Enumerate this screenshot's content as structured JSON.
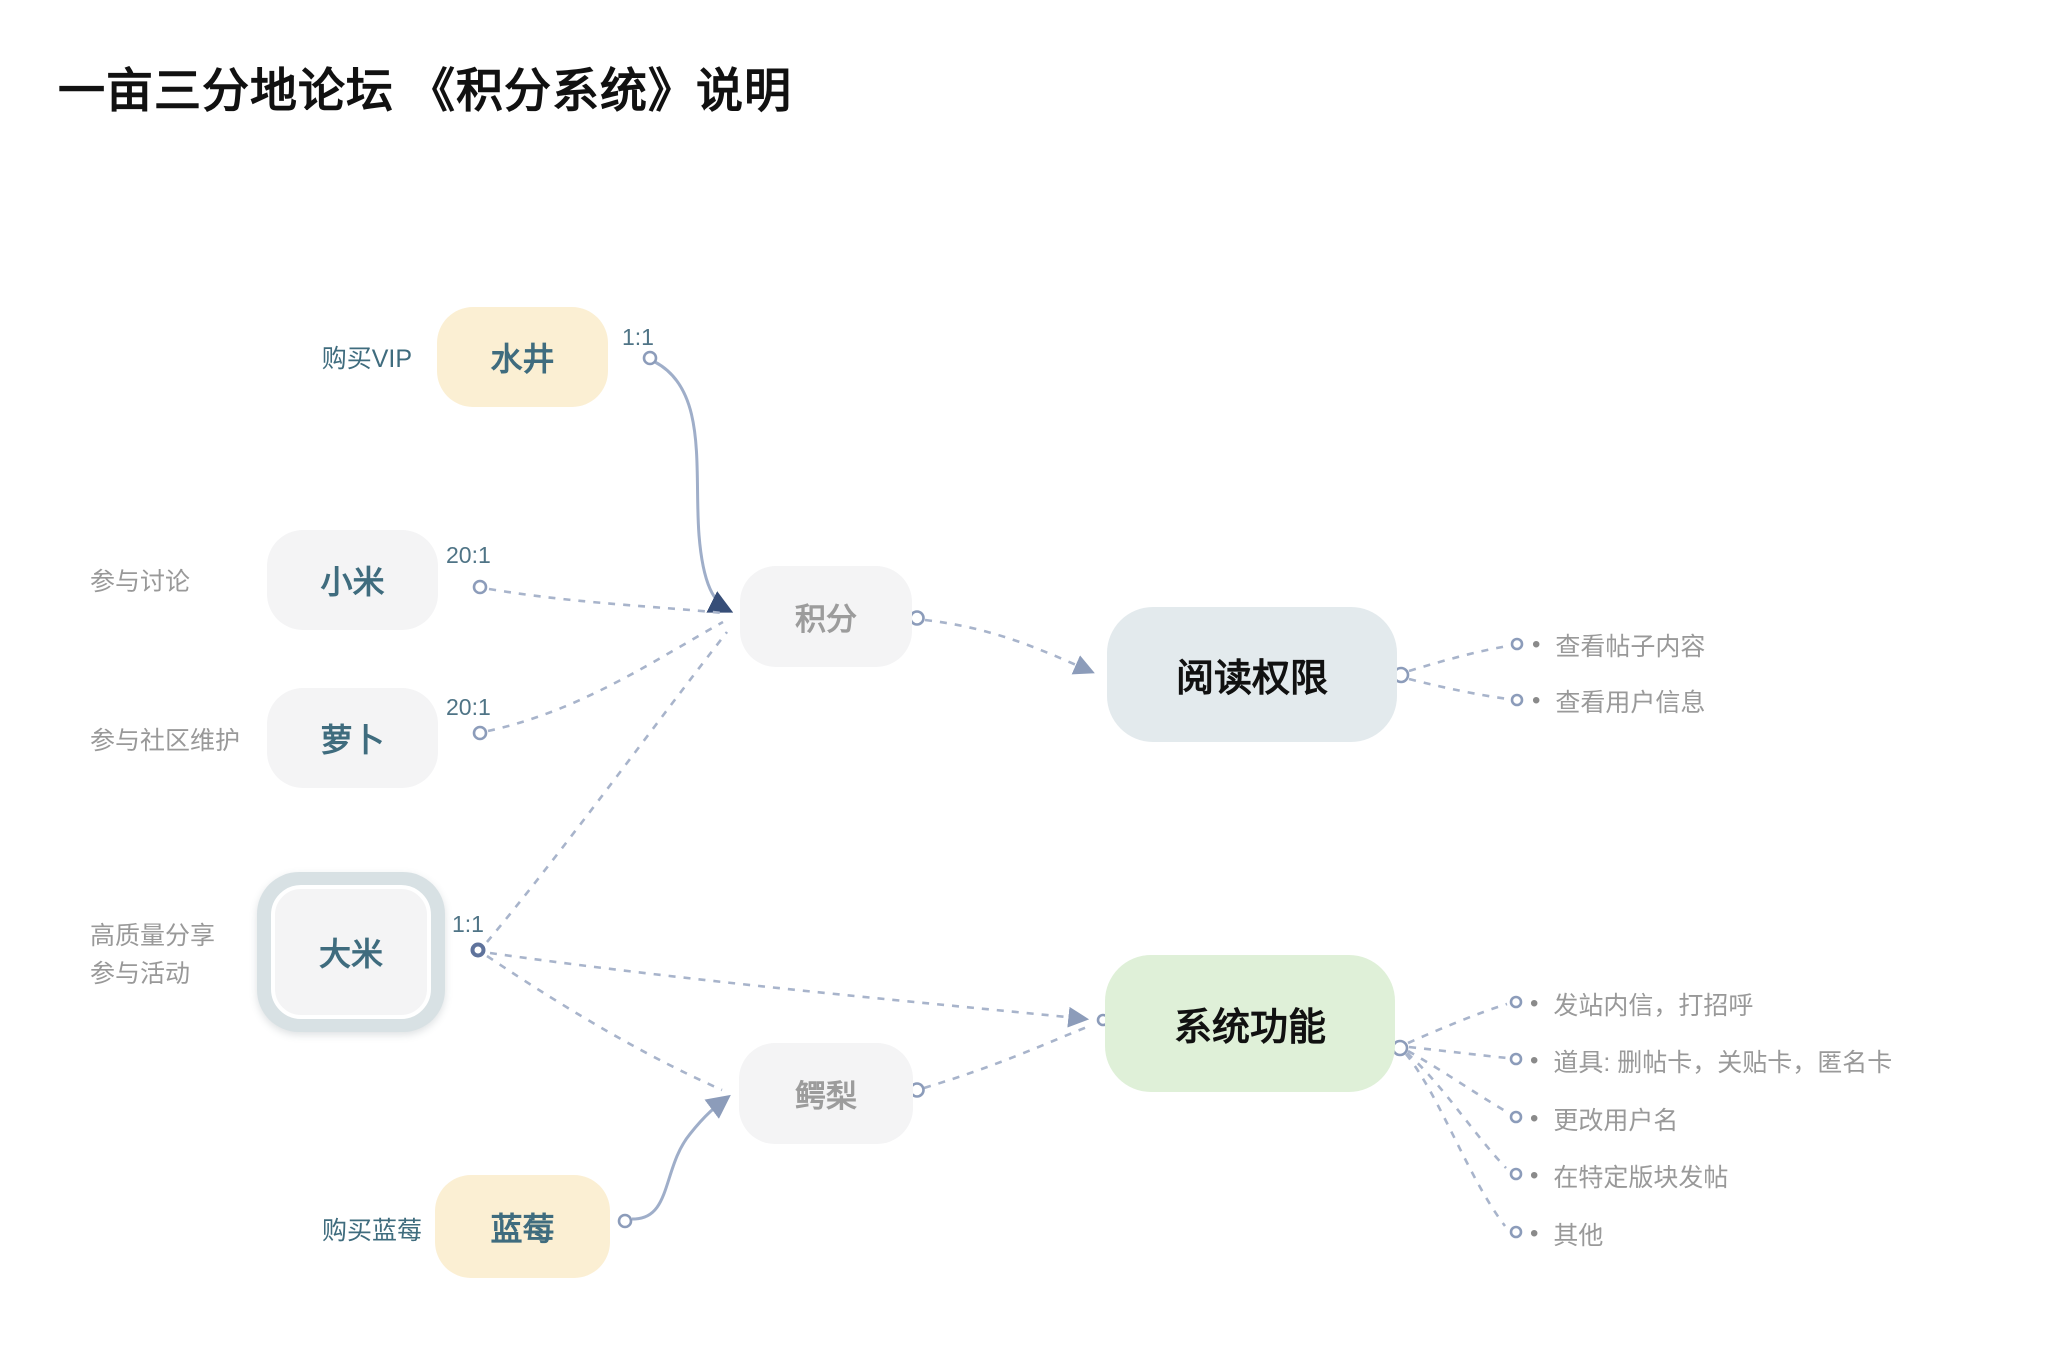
{
  "title": "一亩三分地论坛 《积分系统》说明",
  "glyphs": {
    "bullet": "•"
  },
  "nodes": {
    "water_well": {
      "label": "水井",
      "side_label": "购买VIP",
      "ratio": "1:1"
    },
    "millet": {
      "label": "小米",
      "side_label": "参与讨论",
      "ratio": "20:1"
    },
    "radish": {
      "label": "萝卜",
      "side_label": "参与社区维护",
      "ratio": "20:1"
    },
    "rice": {
      "label": "大米",
      "side_label_line1": "高质量分享",
      "side_label_line2": "参与活动",
      "ratio": "1:1"
    },
    "blueberry": {
      "label": "蓝莓",
      "side_label": "购买蓝莓"
    },
    "points": {
      "label": "积分"
    },
    "avocado": {
      "label": "鳄梨"
    },
    "read_permission": {
      "label": "阅读权限"
    },
    "system_function": {
      "label": "系统功能"
    }
  },
  "read_permission_items": [
    "查看帖子内容",
    "查看用户信息"
  ],
  "system_function_items": [
    "发站内信，打招呼",
    "道具: 删帖卡，关贴卡，匿名卡",
    "更改用户名",
    "在特定版块发帖",
    "其他"
  ],
  "colors": {
    "cream": "#FBEFD3",
    "teal": "#3F6C7E",
    "node_gray": "#F4F4F5",
    "node_gray_text": "#9C9C9C",
    "muted_text": "#999999",
    "ratio_text": "#4F7486",
    "blue_box": "#E3EAED",
    "green_box": "#DFF0D8",
    "ring": "#D8E1E4",
    "line": "#A8B4CB",
    "solid_line": "#9FAEC9",
    "arrow_dark": "#374E78",
    "arrow_light": "#8C9CBA",
    "dot_bold": "#5F739C"
  }
}
